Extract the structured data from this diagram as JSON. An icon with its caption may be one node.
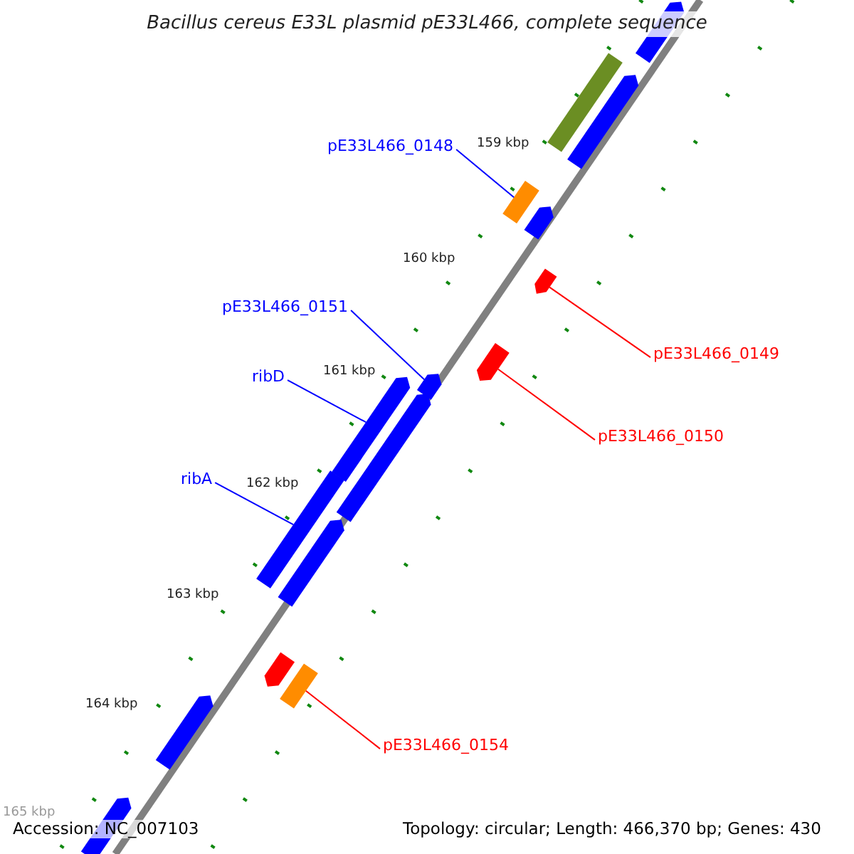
{
  "diagram": {
    "title": "Bacillus cereus E33L plasmid pE33L466, complete sequence",
    "nodes": [
      {
        "text": [
          "pE33L466_0148"
        ]
      },
      {
        "text": [],
        "shape": "bar"
      },
      {
        "text": [
          "pE33L466_0151"
        ]
      },
      {
        "text": [],
        "shape": "bar"
      },
      {
        "text": [
          "ribD"
        ]
      },
      {
        "text": [],
        "shape": "bar"
      },
      {
        "text": [
          "ribA"
        ]
      },
      {
        "text": [],
        "shape": "bar"
      },
      {
        "text": [
          "pE33L466_0149"
        ]
      },
      {
        "text": [],
        "shape": "bar"
      },
      {
        "text": [
          "pE33L466_0150"
        ]
      },
      {
        "text": [],
        "shape": "bar"
      },
      {
        "text": [
          "pE33L466_0154"
        ]
      },
      {
        "text": [],
        "shape": "bar"
      },
      {
        "text": [],
        "shape": "bar"
      },
      {
        "text": [],
        "shape": "bar"
      },
      {
        "text": [],
        "shape": "bar"
      },
      {
        "text": [],
        "shape": "bar"
      },
      {
        "text": [],
        "shape": "bar"
      },
      {
        "text": [],
        "shape": "bar"
      },
      {
        "text": [],
        "shape": "bar"
      },
      {
        "text": [],
        "shape": "bar"
      },
      {
        "text": [],
        "shape": "bar"
      }
    ],
    "edges": [
      {
        "from": 0,
        "to": 1,
        "arrow": "none"
      },
      {
        "from": 2,
        "to": 3,
        "arrow": "none"
      },
      {
        "from": 4,
        "to": 5,
        "arrow": "none"
      },
      {
        "from": 6,
        "to": 7,
        "arrow": "none"
      },
      {
        "from": 8,
        "to": 9,
        "arrow": "none",
        "color": "#ff0000"
      },
      {
        "from": 10,
        "to": 11,
        "arrow": "none",
        "color": "#ff0000"
      },
      {
        "from": 12,
        "to": 13,
        "arrow": "none",
        "color": "#ff0000"
      }
    ],
    "labels": [
      "159 kbp",
      "160 kbp",
      "161 kbp",
      "162 kbp",
      "163 kbp",
      "164 kbp",
      "165 kbp",
      "Accession: NC_007103",
      "Topology: circular; Length: 466,370 bp; Genes: 430"
    ]
  }
}
